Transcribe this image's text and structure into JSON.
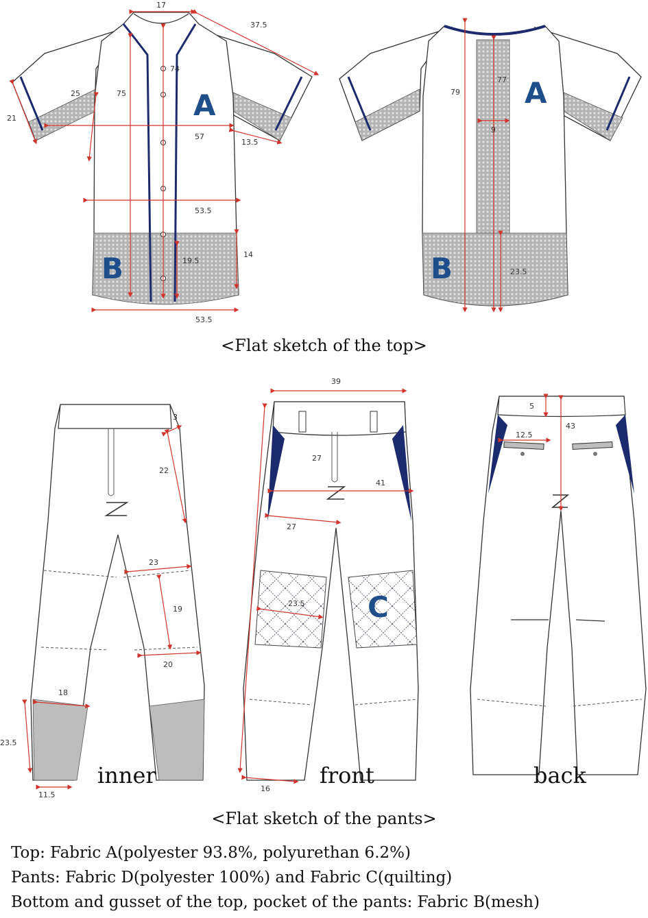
{
  "top_sketch": {
    "caption": "<Flat sketch of the top>",
    "front": {
      "fabric_main": "A",
      "fabric_mesh": "B",
      "dims": [
        "17",
        "37.5",
        "74",
        "25",
        "75",
        "21",
        "57",
        "13.5",
        "53.5",
        "19.5",
        "14",
        "53.5"
      ]
    },
    "back": {
      "fabric_main": "A",
      "fabric_mesh": "B",
      "dims": [
        "79",
        "77",
        "9",
        "23.5"
      ]
    }
  },
  "pants_sketch": {
    "caption": "<Flat sketch of the pants>",
    "inner": {
      "label": "inner",
      "dims": [
        "3",
        "22",
        "23",
        "19",
        "20",
        "18",
        "23.5",
        "11.5"
      ]
    },
    "front": {
      "label": "front",
      "fabric_quilt": "C",
      "dims": [
        "39",
        "27",
        "41",
        "27",
        "23.5",
        "16"
      ]
    },
    "back": {
      "label": "back",
      "dims": [
        "5",
        "12.5",
        "43"
      ]
    }
  },
  "notes": [
    "Top: Fabric A(polyester 93.8%, polyurethan 6.2%)",
    "Pants: Fabric D(polyester 100%) and Fabric C(quilting)",
    "Bottom and gusset of the top, pocket of the pants: Fabric B(mesh)"
  ],
  "colors": {
    "navy": "#1c2a6e",
    "dimension_red": "#d0342c",
    "mesh_gray": "#a9a9a9",
    "letter_blue": "#1f4f8a"
  }
}
